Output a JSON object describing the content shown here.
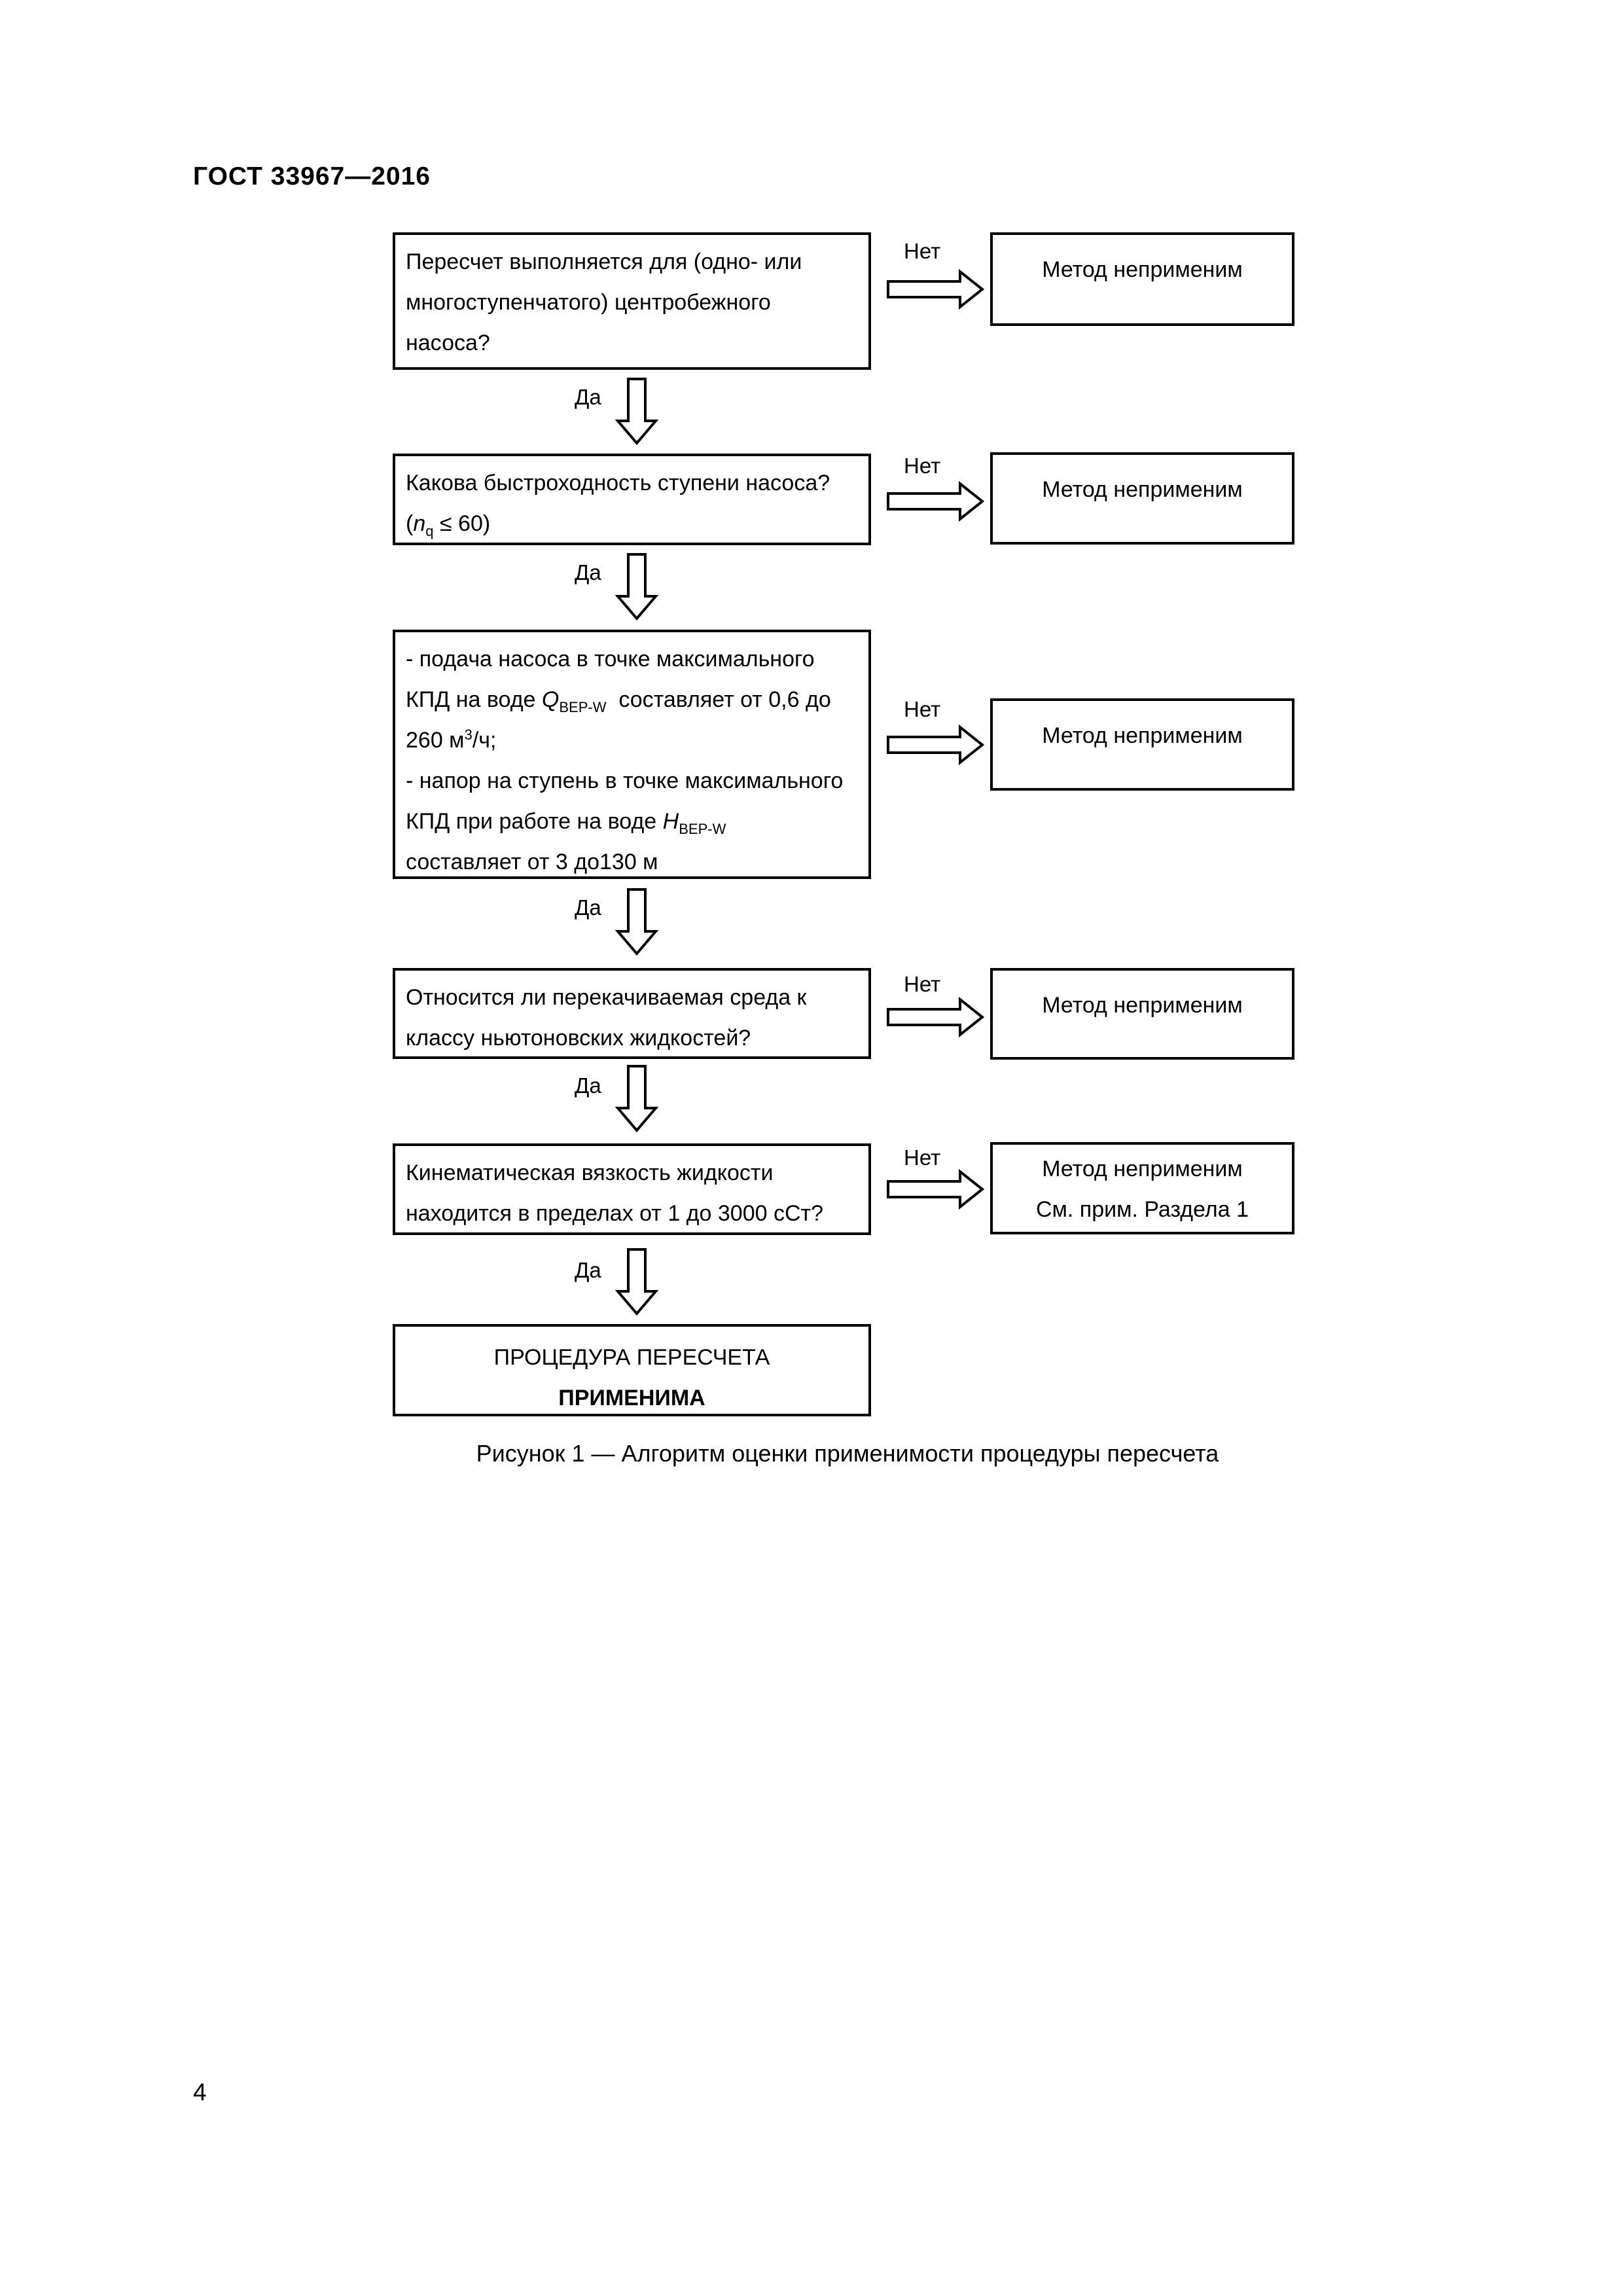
{
  "header": "ГОСТ 33967—2016",
  "steps": [
    {
      "question_lines": [
        "Пересчет выполняется для (одно- или",
        "многоступенчатого) центробежного",
        "насоса?"
      ],
      "no_label": "Нет",
      "result_lines": [
        "Метод неприменим"
      ],
      "yes_label": "Да"
    },
    {
      "question_lines": [
        "Какова быстроходность ступени насоса?"
      ],
      "q2_open": "(",
      "q2_var": "n",
      "q2_sub": "q",
      "q2_rest": " ≤ 60)",
      "no_label": "Нет",
      "result_lines": [
        "Метод неприменим"
      ],
      "yes_label": "Да"
    },
    {
      "q3": {
        "l1": "- подача насоса в точке максимального",
        "l2_pre": "КПД на воде ",
        "l2_var": "Q",
        "l2_sub": "BEP-W",
        "l2_post": "  составляет от 0,6 до",
        "l3_pre": "260 м",
        "l3_sup": "3",
        "l3_post": "/ч;",
        "l4": "- напор на ступень в точке максимального",
        "l5_pre": "КПД при работе на воде ",
        "l5_var": "H",
        "l5_sub": "BEP-W",
        "l6": "составляет от 3 до130 м"
      },
      "no_label": "Нет",
      "result_lines": [
        "Метод неприменим"
      ],
      "yes_label": "Да"
    },
    {
      "question_lines": [
        "Относится ли перекачиваемая среда к",
        "классу ньютоновских жидкостей?"
      ],
      "no_label": "Нет",
      "result_lines": [
        "Метод неприменим"
      ],
      "yes_label": "Да"
    },
    {
      "question_lines": [
        "Кинематическая вязкость жидкости",
        "находится в пределах от 1 до 3000 сСт?"
      ],
      "no_label": "Нет",
      "result_lines": [
        "Метод неприменим",
        "См. прим. Раздела 1"
      ],
      "yes_label": "Да"
    }
  ],
  "final": {
    "line1": "ПРОЦЕДУРА ПЕРЕСЧЕТА",
    "line2": "ПРИМЕНИМА"
  },
  "caption": "Рисунок 1 — Алгоритм оценки применимости процедуры пересчета",
  "page_number": "4"
}
